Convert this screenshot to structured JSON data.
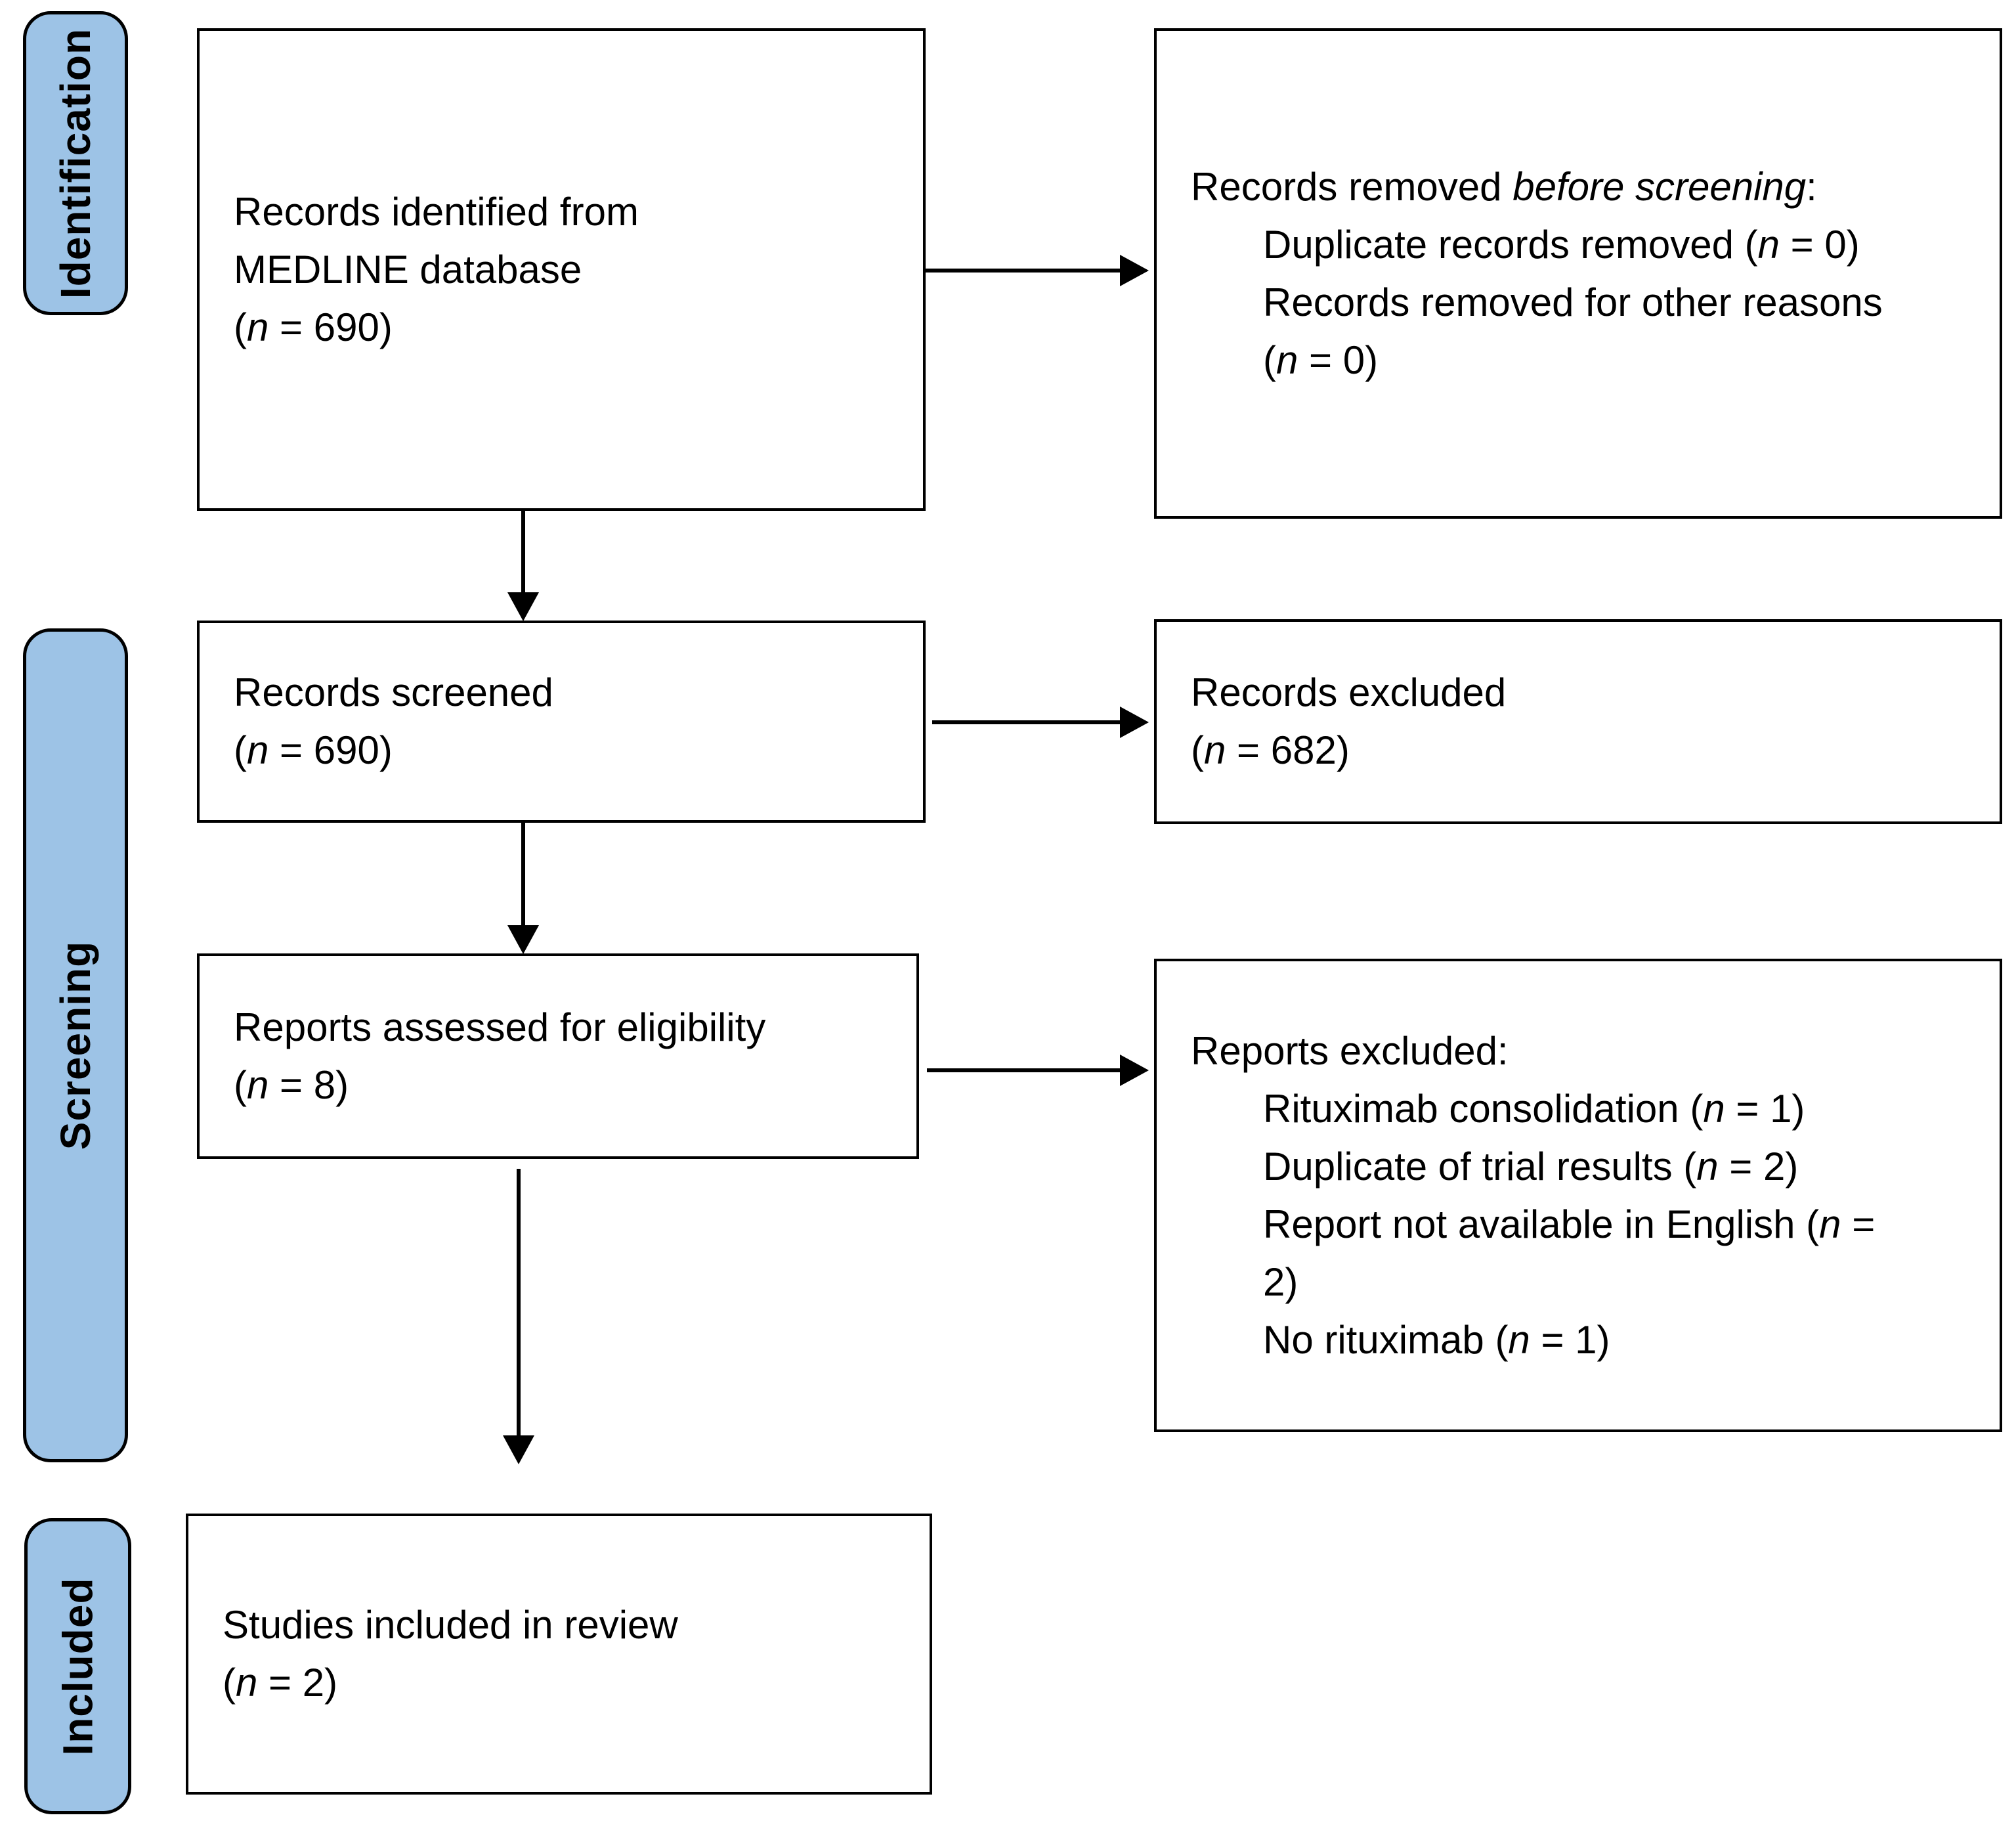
{
  "colors": {
    "background": "#ffffff",
    "stage_fill": "#9DC3E6",
    "line_color": "#000000",
    "text_color": "#000000"
  },
  "stages": [
    {
      "id": "identification",
      "label": "Identification"
    },
    {
      "id": "screening",
      "label": "Screening"
    },
    {
      "id": "included",
      "label": "Included"
    }
  ],
  "boxes": [
    {
      "id": "records-identified",
      "lines": [
        {
          "segments": [
            {
              "text": "Records identified from"
            }
          ]
        },
        {
          "segments": [
            {
              "text": "MEDLINE database"
            }
          ]
        },
        {
          "segments": [
            {
              "text": "("
            },
            {
              "text": "n",
              "italic": true
            },
            {
              "text": " = 690)"
            }
          ]
        }
      ]
    },
    {
      "id": "records-removed-before-screening",
      "lines": [
        {
          "segments": [
            {
              "text": "Records removed "
            },
            {
              "text": "before screening",
              "italic": true
            },
            {
              "text": ":"
            }
          ]
        },
        {
          "indent": true,
          "segments": [
            {
              "text": "Duplicate records removed ("
            },
            {
              "text": "n",
              "italic": true
            },
            {
              "text": " = 0)"
            }
          ]
        },
        {
          "indent": true,
          "segments": [
            {
              "text": "Records removed for other reasons"
            }
          ]
        },
        {
          "indent": true,
          "segments": [
            {
              "text": "("
            },
            {
              "text": "n",
              "italic": true
            },
            {
              "text": " = 0)"
            }
          ]
        }
      ]
    },
    {
      "id": "records-screened",
      "lines": [
        {
          "segments": [
            {
              "text": "Records screened"
            }
          ]
        },
        {
          "segments": [
            {
              "text": "("
            },
            {
              "text": "n",
              "italic": true
            },
            {
              "text": " = 690)"
            }
          ]
        }
      ]
    },
    {
      "id": "records-excluded",
      "lines": [
        {
          "segments": [
            {
              "text": "Records excluded"
            }
          ]
        },
        {
          "segments": [
            {
              "text": "("
            },
            {
              "text": "n",
              "italic": true
            },
            {
              "text": " = 682)"
            }
          ]
        }
      ]
    },
    {
      "id": "reports-assessed",
      "lines": [
        {
          "segments": [
            {
              "text": "Reports assessed for eligibility"
            }
          ]
        },
        {
          "segments": [
            {
              "text": "("
            },
            {
              "text": "n",
              "italic": true
            },
            {
              "text": " = 8)"
            }
          ]
        }
      ]
    },
    {
      "id": "reports-excluded",
      "lines": [
        {
          "segments": [
            {
              "text": "Reports excluded:"
            }
          ]
        },
        {
          "indent": true,
          "segments": [
            {
              "text": "Rituximab consolidation ("
            },
            {
              "text": "n",
              "italic": true
            },
            {
              "text": " = 1)"
            }
          ]
        },
        {
          "indent": true,
          "segments": [
            {
              "text": "Duplicate of trial results ("
            },
            {
              "text": "n",
              "italic": true
            },
            {
              "text": " = 2)"
            }
          ]
        },
        {
          "indent": true,
          "segments": [
            {
              "text": "Report not available in English ("
            },
            {
              "text": "n",
              "italic": true
            },
            {
              "text": " ="
            }
          ]
        },
        {
          "indent": true,
          "segments": [
            {
              "text": "2)"
            }
          ]
        },
        {
          "indent": true,
          "segments": [
            {
              "text": "No rituximab ("
            },
            {
              "text": "n",
              "italic": true
            },
            {
              "text": " = 1)"
            }
          ]
        }
      ]
    },
    {
      "id": "studies-included",
      "lines": [
        {
          "segments": [
            {
              "text": "Studies included in review"
            }
          ]
        },
        {
          "segments": [
            {
              "text": "("
            },
            {
              "text": "n",
              "italic": true
            },
            {
              "text": " = 2)"
            }
          ]
        }
      ]
    }
  ]
}
